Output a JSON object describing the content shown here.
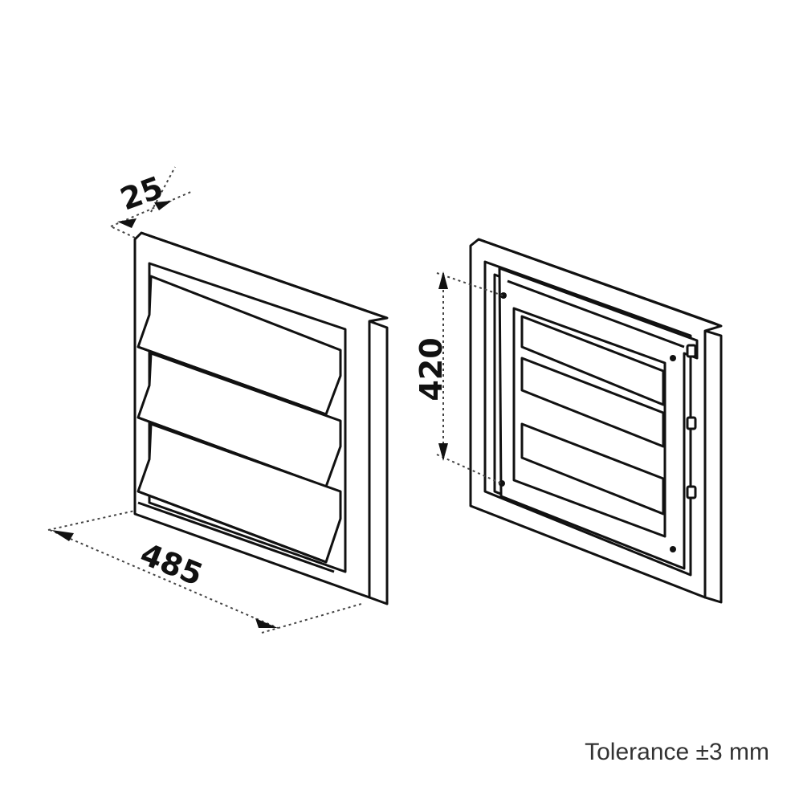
{
  "dimensions": {
    "depth": "25",
    "width": "485",
    "inner_height": "420"
  },
  "tolerance": "Tolerance ±3 mm",
  "colors": {
    "line": "#111111",
    "panel": "#ffffff"
  }
}
